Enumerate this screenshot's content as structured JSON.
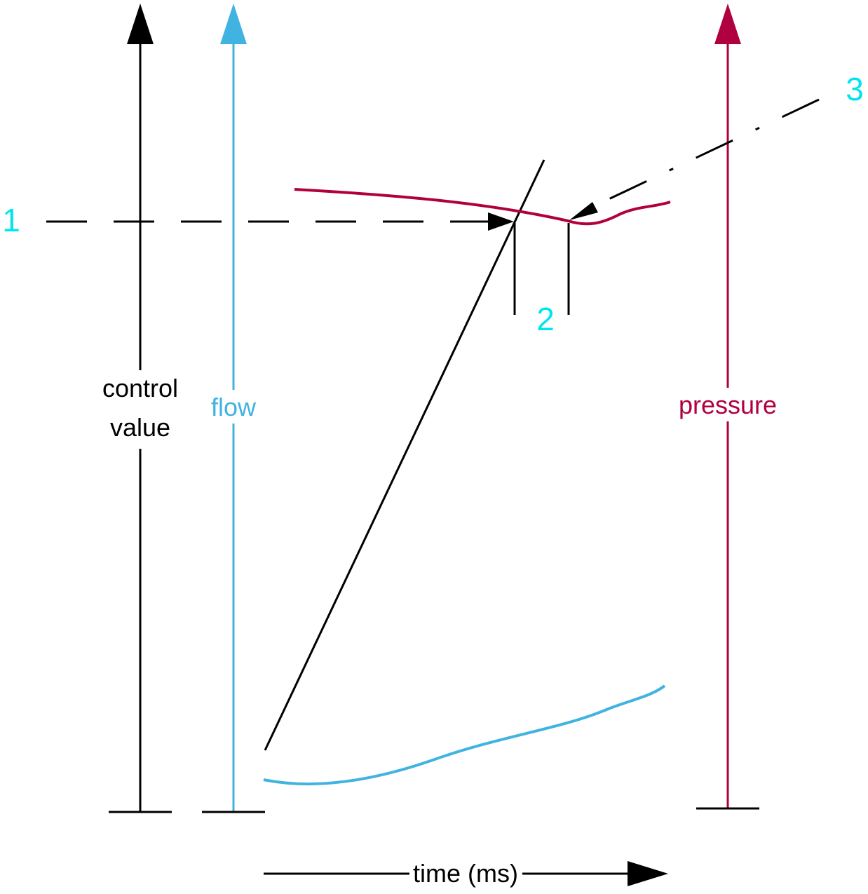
{
  "axes": {
    "control_value": {
      "label_line1": "control",
      "label_line2": "value",
      "color": "#000000"
    },
    "flow": {
      "label": "flow",
      "color": "#41b3e0"
    },
    "pressure": {
      "label": "pressure",
      "color": "#b0003f"
    },
    "time": {
      "label": "time (ms)",
      "color": "#000000"
    }
  },
  "markers": {
    "one": "1",
    "two": "2",
    "three": "3",
    "color": "#00e5f0"
  },
  "curves": {
    "control_color": "#000000",
    "flow_color": "#41b3e0",
    "pressure_color": "#b0003f"
  }
}
